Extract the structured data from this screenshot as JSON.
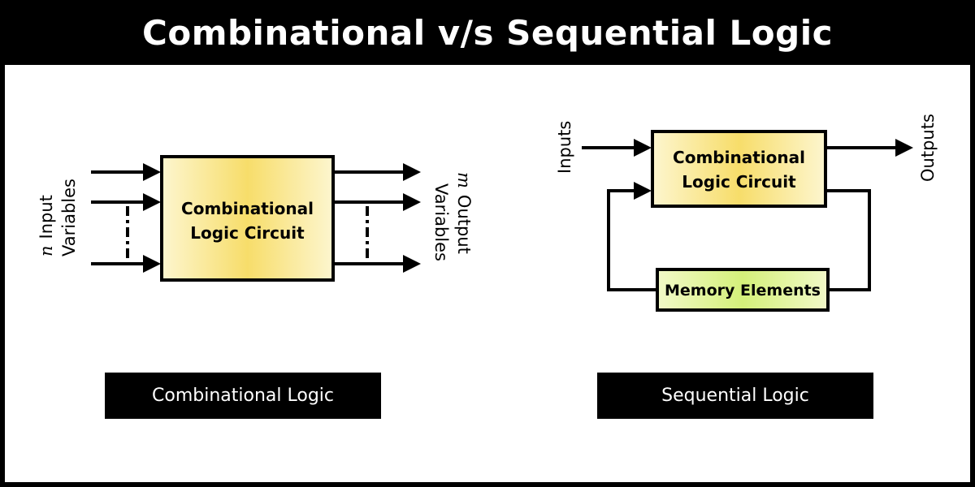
{
  "title": "Combinational v/s Sequential Logic",
  "left": {
    "block_line1": "Combinational",
    "block_line2": "Logic Circuit",
    "input_n": "n",
    "input_line1": "Input",
    "input_line2": "Variables",
    "output_m": "m",
    "output_line1": "Output",
    "output_line2": "Variables",
    "caption": "Combinational Logic"
  },
  "right": {
    "block_line1": "Combinational",
    "block_line2": "Logic Circuit",
    "memory": "Memory Elements",
    "inputs": "Inputs",
    "outputs": "Outputs",
    "caption": "Sequential Logic"
  },
  "colors": {
    "block_fill_edge": "#fdf6cf",
    "block_fill_center": "#f7dd6a",
    "memory_fill_edge": "#f2f9c8",
    "memory_fill_center": "#d4f07a",
    "stroke": "#000000"
  }
}
